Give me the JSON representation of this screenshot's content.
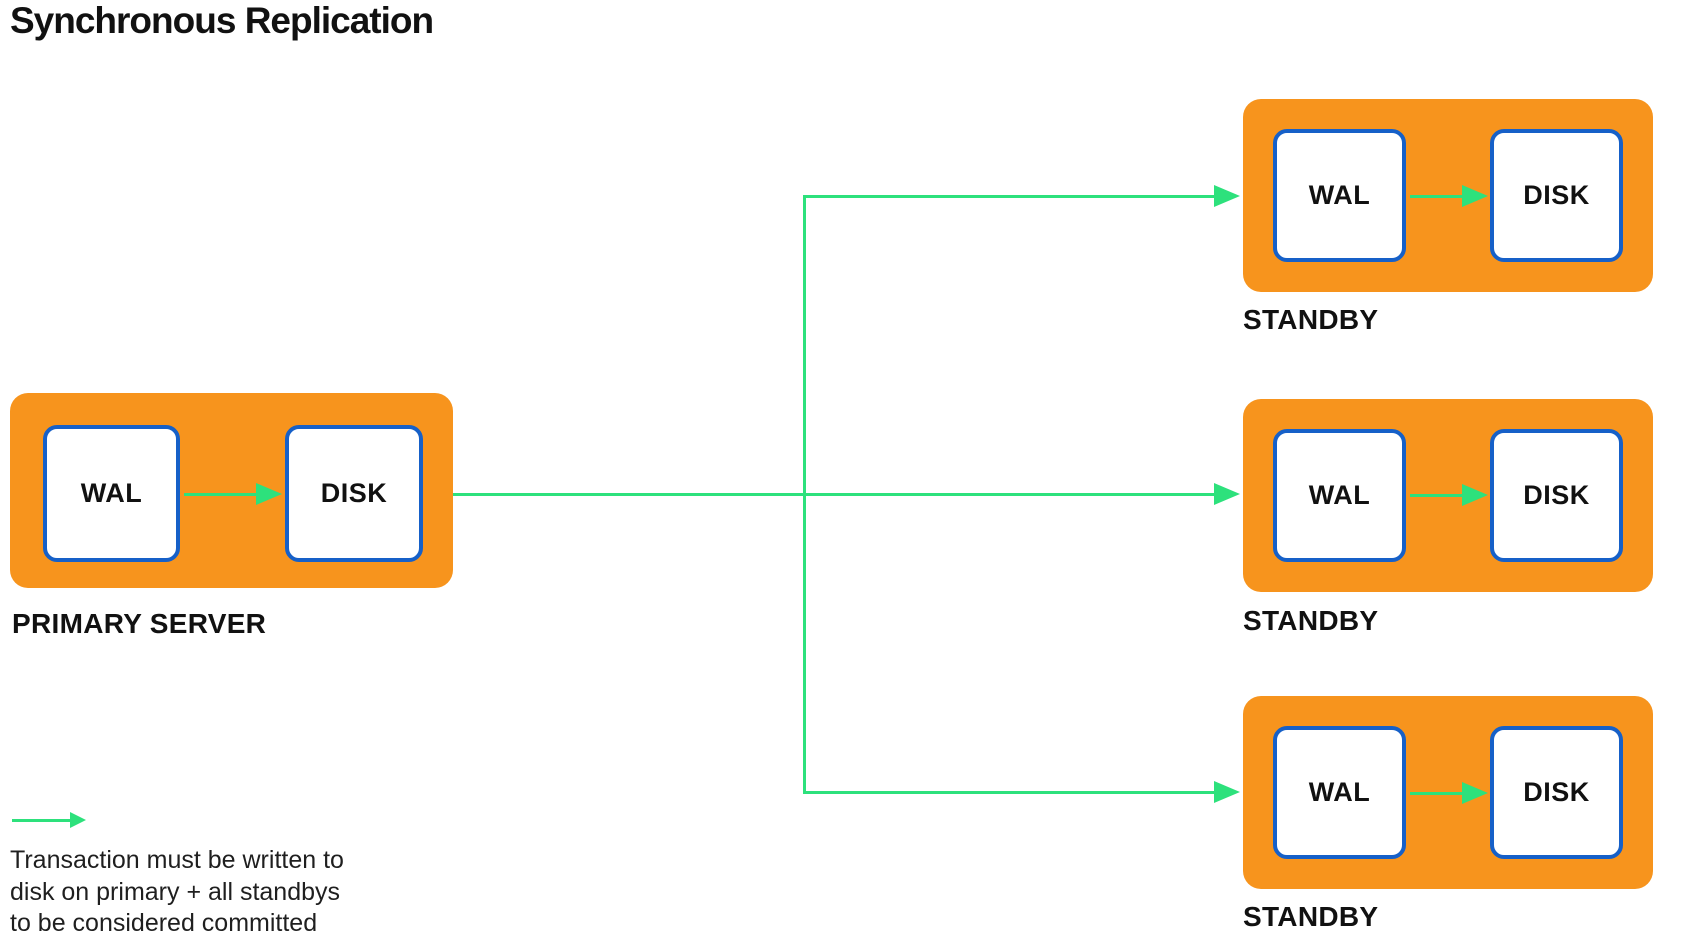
{
  "title": "Synchronous Replication",
  "colors": {
    "orange": "#F7941D",
    "blue": "#1660C8",
    "green": "#2DE17C",
    "label_text": "#111111",
    "legend_text": "#1F1F1F"
  },
  "primary": {
    "label": "PRIMARY SERVER",
    "nodes": {
      "wal": "WAL",
      "disk": "DISK"
    }
  },
  "standbys": [
    {
      "label": "STANDBY",
      "nodes": {
        "wal": "WAL",
        "disk": "DISK"
      }
    },
    {
      "label": "STANDBY",
      "nodes": {
        "wal": "WAL",
        "disk": "DISK"
      }
    },
    {
      "label": "STANDBY",
      "nodes": {
        "wal": "WAL",
        "disk": "DISK"
      }
    }
  ],
  "legend": {
    "lines": [
      "Transaction must be written to",
      "disk on primary + all standbys",
      "to be considered committed"
    ]
  }
}
